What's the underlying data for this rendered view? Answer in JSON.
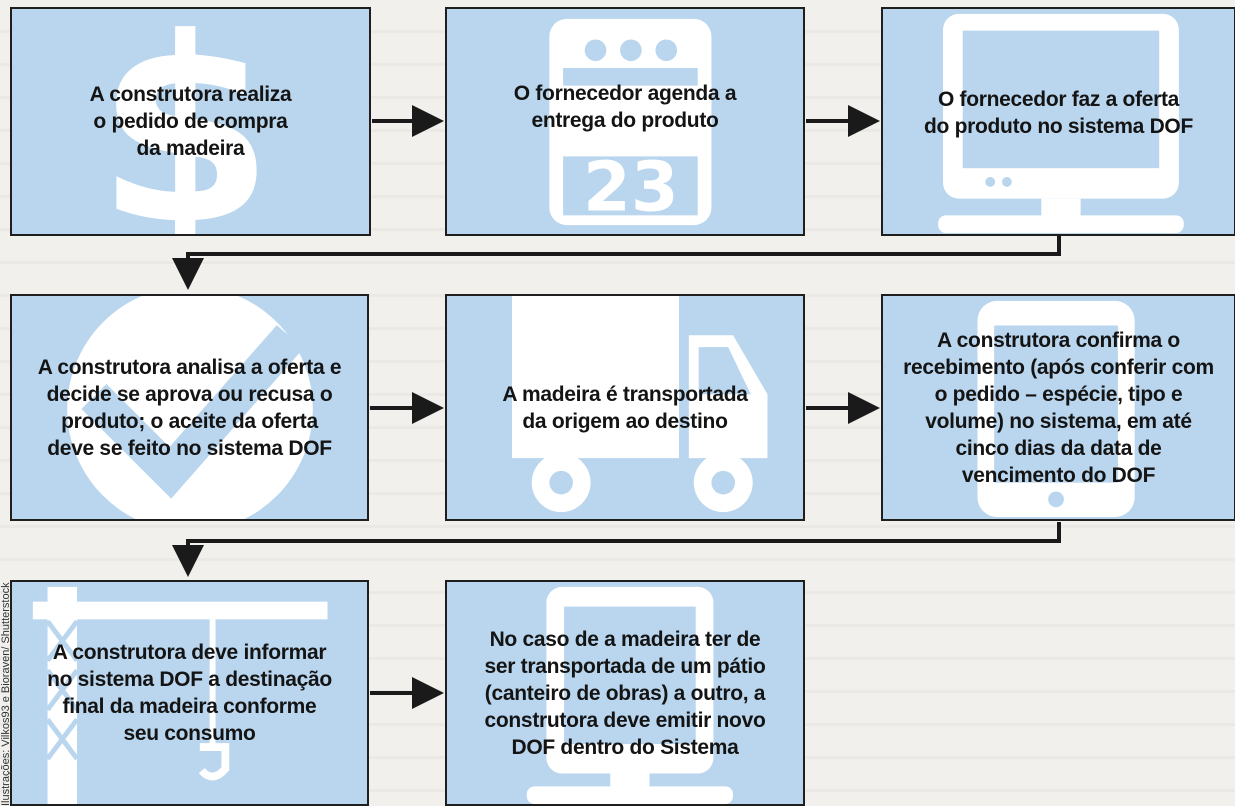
{
  "steps": [
    {
      "id": "s1",
      "text": "A construtora realiza\no pedido de compra\nda madeira",
      "icon": "dollar-sign-icon"
    },
    {
      "id": "s2",
      "text": "O fornecedor agenda a\nentrega do produto",
      "icon": "calendar-icon",
      "calendar_day": "23"
    },
    {
      "id": "s3",
      "text": "O fornecedor faz a oferta\ndo produto no sistema DOF",
      "icon": "monitor-icon"
    },
    {
      "id": "s4",
      "text": "A construtora analisa a oferta e\ndecide se aprova ou recusa o\nproduto; o aceite da oferta\ndeve se feito no sistema DOF",
      "icon": "checkmark-icon"
    },
    {
      "id": "s5",
      "text": "A madeira é transportada\nda origem ao destino",
      "icon": "truck-icon"
    },
    {
      "id": "s6",
      "text": "A construtora confirma o\nrecebimento (após conferir com\no pedido – espécie, tipo e\nvolume) no sistema, em até\ncinco dias da data de\nvencimento do DOF",
      "icon": "tablet-icon"
    },
    {
      "id": "s7",
      "text": "A construtora deve informar\nno sistema DOF a destinação\nfinal da madeira conforme\nseu consumo",
      "icon": "crane-icon"
    },
    {
      "id": "s8",
      "text": "No caso de a madeira ter de\nser transportada de um pátio\n(canteiro de obras) a outro, a\nconstrutora deve emitir novo\nDOF dentro do Sistema",
      "icon": "monitor-icon"
    }
  ],
  "credit": "Ilustrações: Vilkos93 e Bioraven/ Shutterstock",
  "colors": {
    "box": "#b9d6ee",
    "border": "#1f1f1f",
    "arrow": "#1a1a1a",
    "icon": "#ffffff"
  }
}
